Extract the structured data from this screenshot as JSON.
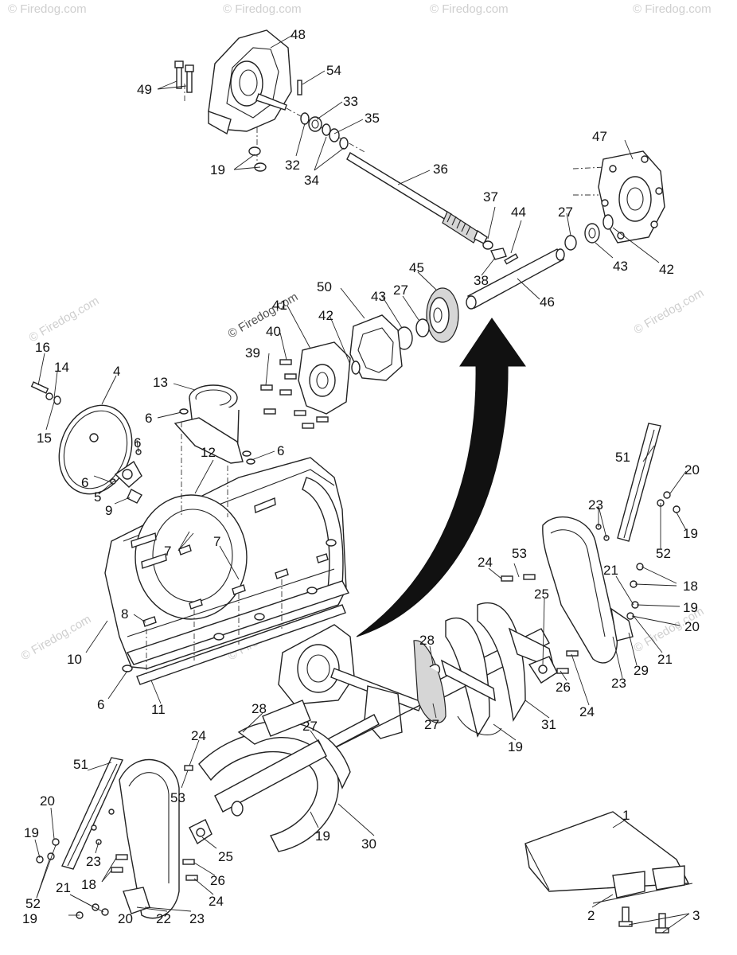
{
  "watermark": "© Firedog.com",
  "callouts": [
    "1",
    "2",
    "3",
    "4",
    "5",
    "6",
    "7",
    "8",
    "9",
    "10",
    "11",
    "12",
    "13",
    "14",
    "15",
    "16",
    "18",
    "19",
    "20",
    "21",
    "22",
    "23",
    "24",
    "25",
    "26",
    "27",
    "28",
    "29",
    "30",
    "31",
    "32",
    "33",
    "34",
    "35",
    "36",
    "37",
    "38",
    "39",
    "40",
    "41",
    "42",
    "43",
    "44",
    "45",
    "46",
    "47",
    "48",
    "49",
    "50",
    "51",
    "52",
    "53",
    "54"
  ]
}
